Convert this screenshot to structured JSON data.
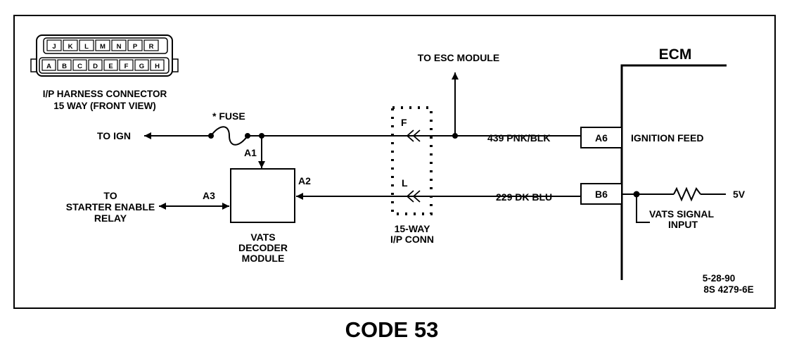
{
  "connector": {
    "top_pins": [
      "J",
      "K",
      "L",
      "M",
      "N",
      "P",
      "R"
    ],
    "bottom_pins": [
      "A",
      "B",
      "C",
      "D",
      "E",
      "F",
      "G",
      "H"
    ],
    "label_line1": "I/P HARNESS CONNECTOR",
    "label_line2": "15 WAY  (FRONT VIEW)"
  },
  "labels": {
    "fuse": "* FUSE",
    "to_ign": "TO IGN",
    "a1": "A1",
    "a2": "A2",
    "a3": "A3",
    "starter_line1": "TO",
    "starter_line2": "STARTER ENABLE",
    "starter_line3": "RELAY",
    "vats_line1": "VATS",
    "vats_line2": "DECODER",
    "vats_line3": "MODULE",
    "pin_f": "F",
    "pin_l": "L",
    "conn_line1": "15-WAY",
    "conn_line2": "I/P CONN",
    "to_esc": "TO ESC MODULE",
    "wire1": "439 PNK/BLK",
    "wire2": "229 DK BLU",
    "ecm": "ECM",
    "a6": "A6",
    "b6": "B6",
    "ignition_feed": "IGNITION FEED",
    "vats_signal_line1": "VATS SIGNAL",
    "vats_signal_line2": "INPUT",
    "volt": "5V",
    "date": "5-28-90",
    "ref": "8S 4279-6E"
  },
  "caption": "CODE 53"
}
